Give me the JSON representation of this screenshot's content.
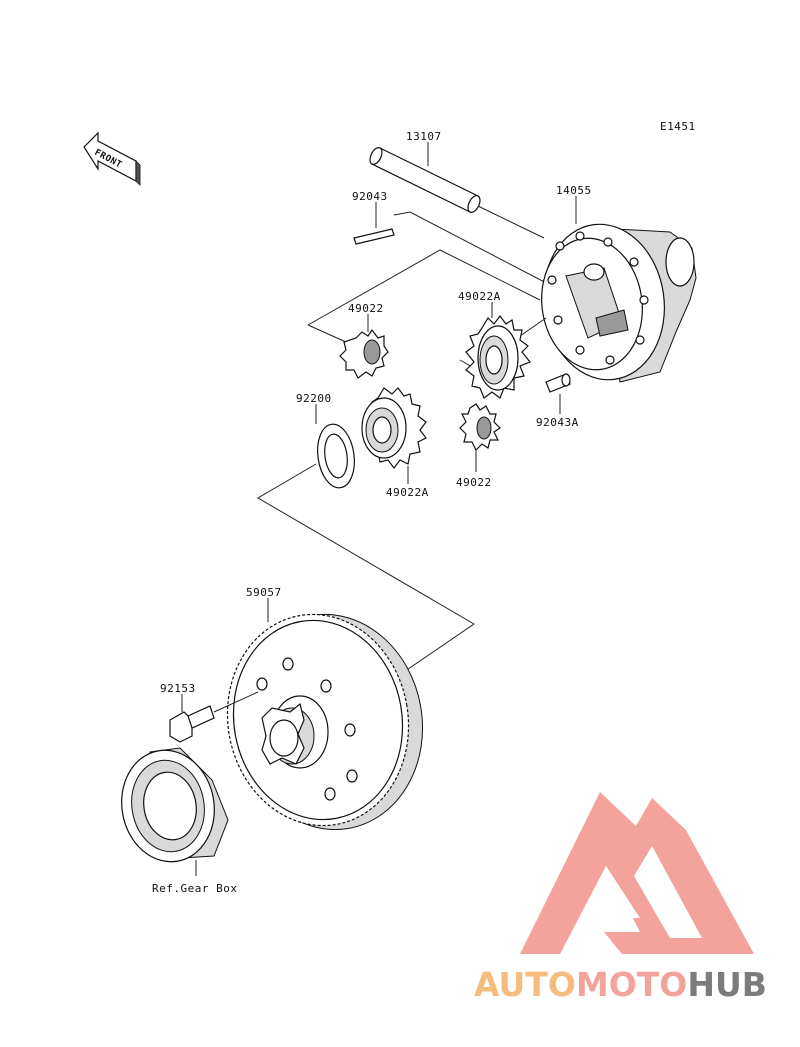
{
  "diagram_code": "E1451",
  "front_marker": "FRONT",
  "parts": {
    "shaft": "13107",
    "pin": "92043",
    "case": "14055",
    "pinion_gear_upper": "49022",
    "side_gear_upper": "49022A",
    "washer": "92200",
    "side_gear_lower": "49022A",
    "pinion_gear_lower": "49022",
    "dowel_pin": "92043A",
    "ring_gear": "59057",
    "bolt": "92153",
    "bearing_ref": "Ref.Gear Box"
  },
  "watermark": {
    "part1": "AUTO",
    "part2": "MOTO",
    "part3": "HUB",
    "color_main": "#f29a91",
    "color_accent": "#f5b56e",
    "color_dark": "#6e6e6e"
  }
}
